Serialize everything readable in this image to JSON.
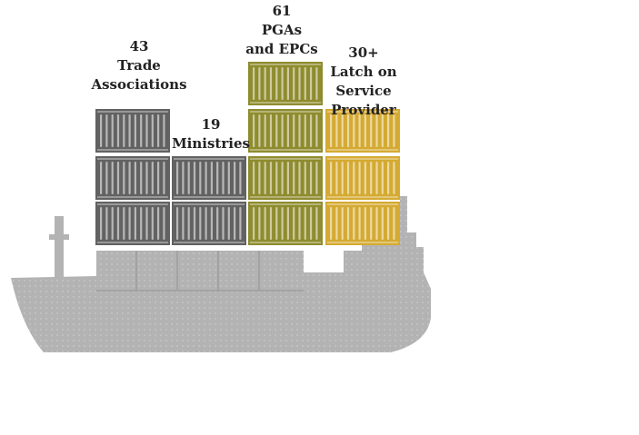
{
  "colors": {
    "ship": "#b3b3b3",
    "trade_associations": "#626262",
    "ministries": "#626262",
    "pgas_epcs": "#8e8c2e",
    "latch_on": "#d4aa32"
  },
  "groups": [
    {
      "id": "trade-associations",
      "count": "43",
      "label_lines": [
        "Trade",
        "Associations"
      ],
      "color_key": "trade_associations"
    },
    {
      "id": "ministries",
      "count": "19",
      "label_lines": [
        "Ministries"
      ],
      "color_key": "ministries"
    },
    {
      "id": "pgas-epcs",
      "count": "61",
      "label_lines": [
        "PGAs",
        "and EPCs"
      ],
      "color_key": "pgas_epcs"
    },
    {
      "id": "latch-on",
      "count": "30+",
      "label_lines": [
        "Latch on",
        "Service",
        "Provider"
      ],
      "color_key": "latch_on"
    }
  ]
}
